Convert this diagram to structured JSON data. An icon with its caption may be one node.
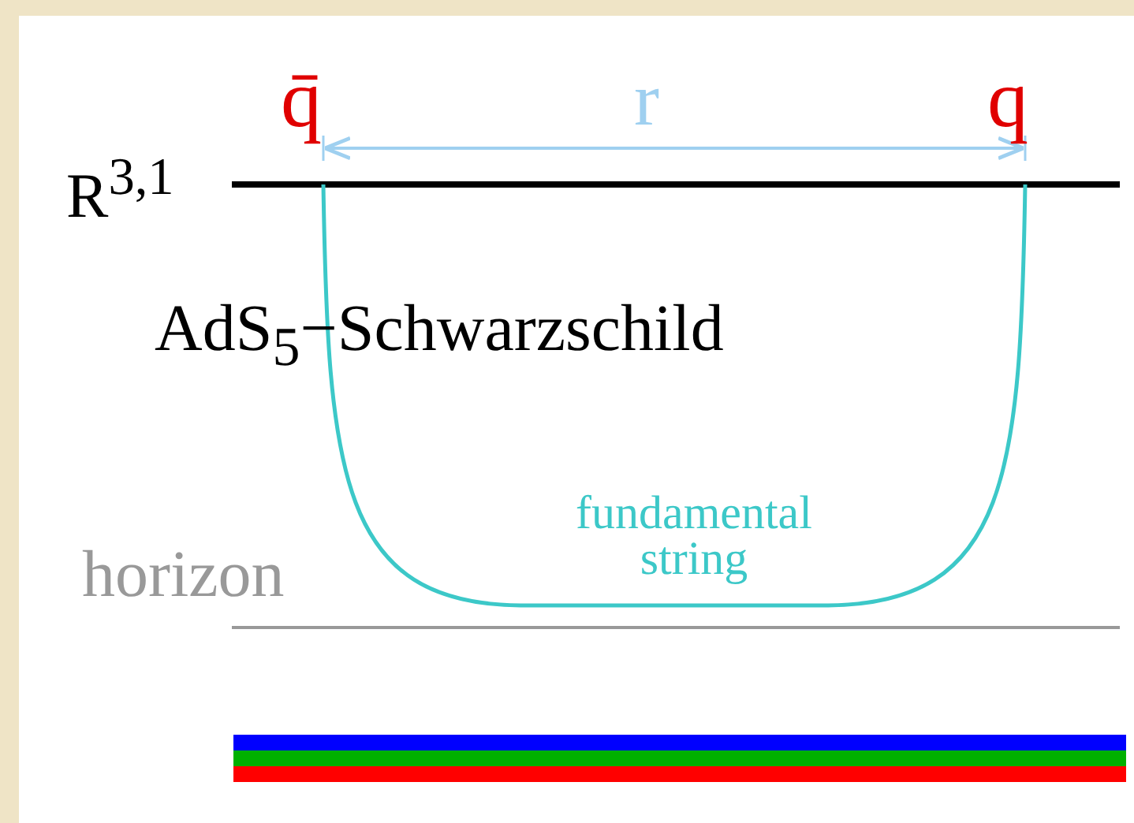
{
  "diagram": {
    "labels": [
      "q̄",
      "r",
      "q",
      "R$^{3,1}$",
      "AdS$_{5}$−Schwarzschild",
      "fundamental string",
      "horizon"
    ]
  }
}
